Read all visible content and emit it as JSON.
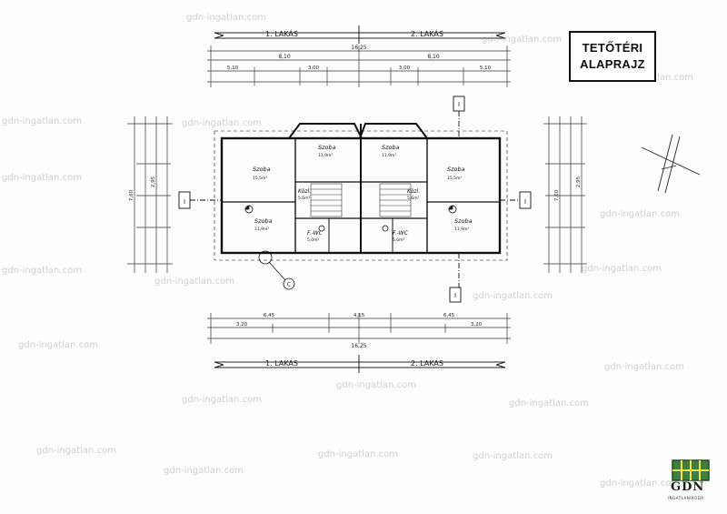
{
  "title": {
    "line1": "TETŐTÉRI",
    "line2": "ALAPRAJZ"
  },
  "units": {
    "top": "1. LAKÁS",
    "top2": "2. LAKÁS",
    "bottom": "1. LAKÁS",
    "bottom2": "2. LAKÁS"
  },
  "rooms": [
    {
      "name": "Szoba",
      "area": "15,5m²"
    },
    {
      "name": "Szoba",
      "area": "15,5m²"
    },
    {
      "name": "Szoba",
      "area": "11,9m²"
    },
    {
      "name": "Szoba",
      "area": "11,9m²"
    },
    {
      "name": "Szoba",
      "area": "11,9m²"
    },
    {
      "name": "Szoba",
      "area": "11,9m²"
    },
    {
      "name": "Közl.",
      "area": "5,6m²"
    },
    {
      "name": "Közl.",
      "area": "5,6m²"
    },
    {
      "name": "F.-WC",
      "area": "5,0m²"
    },
    {
      "name": "F.-WC",
      "area": "5,0m²"
    }
  ],
  "dims": {
    "overall": "16,25",
    "half_l": "8,10",
    "half_r": "8,10",
    "b_half_l": "6,45",
    "b_half_r": "6,45",
    "b_mid": "4,15",
    "d1": "5,10",
    "d2": "3,00",
    "d3": "3,00",
    "d4": "5,10",
    "v1": "7,60",
    "v2": "2,95",
    "v3": "7,60",
    "v4": "2,95",
    "b1": "3,20",
    "b2": "3,20"
  },
  "section_marks": {
    "a": "I",
    "b": "I",
    "c": "I",
    "d": "I"
  },
  "detail_marker": "C",
  "logo": {
    "name": "GDN",
    "sub": "INGATLANIRODA"
  },
  "watermark": "gdn-ingatlan.com"
}
